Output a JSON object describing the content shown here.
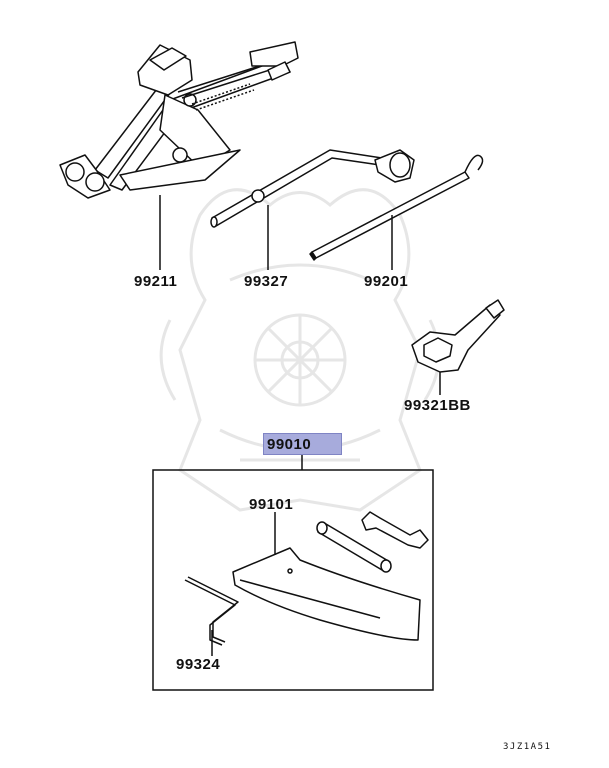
{
  "parts": {
    "jack": "99211",
    "handle": "99327",
    "rod": "99201",
    "wrench_adapter": "99321BB",
    "kit": "99010",
    "bag": "99101",
    "hook": "99324"
  },
  "drawing_code": "3JZ1A51",
  "colors": {
    "highlight": "#a7abdc",
    "line": "#111111",
    "watermark": "#e6e6e6"
  },
  "icons": [
    "scissor-jack-icon",
    "wheel-nut-handle-icon",
    "jack-rod-icon",
    "socket-adapter-icon",
    "tool-bag-icon",
    "spanner-icon",
    "socket-bar-icon",
    "wire-hook-icon"
  ]
}
